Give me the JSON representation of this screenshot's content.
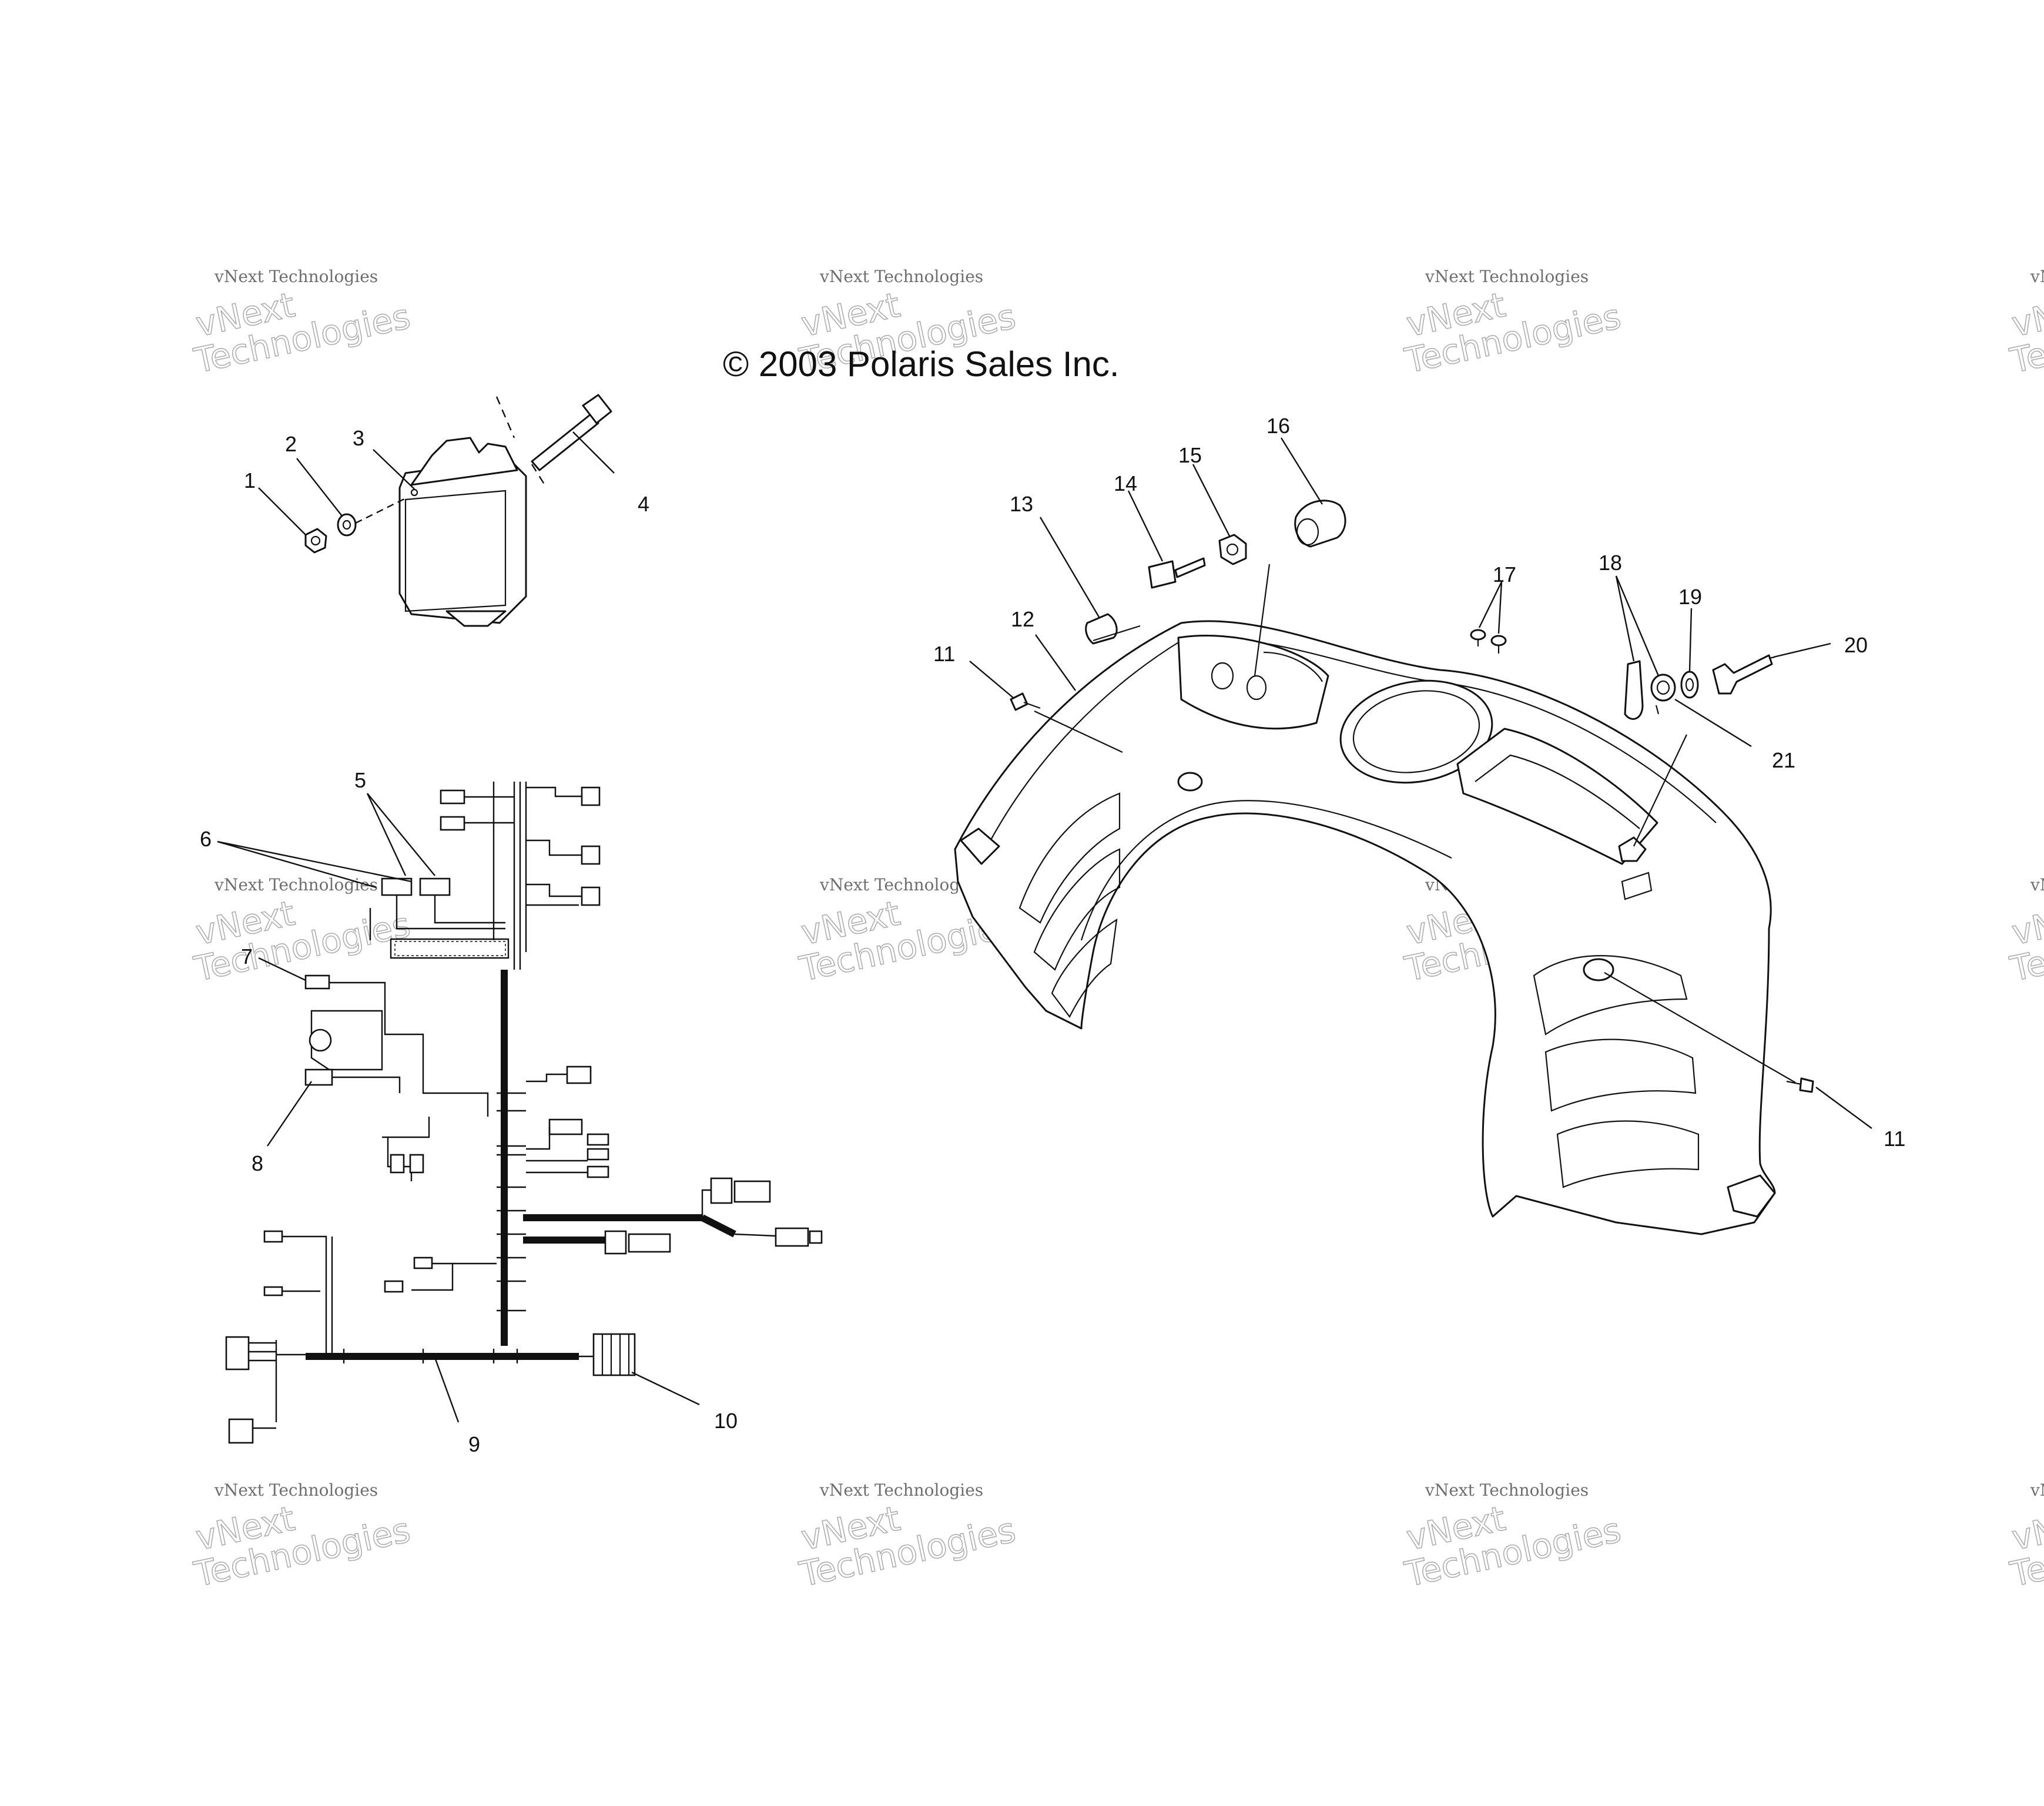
{
  "copyright": "© 2003 Polaris Sales Inc.",
  "watermark": {
    "line1": "vNext Technologies",
    "line2a": "vNext",
    "line2b": "Technologies"
  },
  "callouts": {
    "c1": "1",
    "c2": "2",
    "c3": "3",
    "c4": "4",
    "c5": "5",
    "c6": "6",
    "c7": "7",
    "c8": "8",
    "c9": "9",
    "c10": "10",
    "c11a": "11",
    "c11b": "11",
    "c12": "12",
    "c13": "13",
    "c14": "14",
    "c15": "15",
    "c16": "16",
    "c17": "17",
    "c18": "18",
    "c19": "19",
    "c20": "20",
    "c21": "21"
  }
}
